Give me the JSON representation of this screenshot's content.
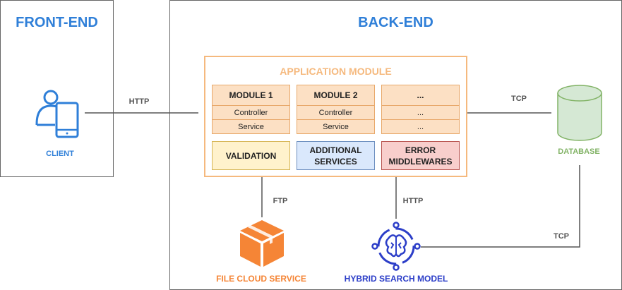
{
  "front_end": {
    "title": "FRONT-END",
    "client_label": "CLIENT"
  },
  "back_end": {
    "title": "BACK-END"
  },
  "application_module": {
    "title": "APPLICATION MODULE",
    "modules": [
      {
        "name": "MODULE 1",
        "row1": "Controller",
        "row2": "Service"
      },
      {
        "name": "MODULE 2",
        "row1": "Controller",
        "row2": "Service"
      },
      {
        "name": "...",
        "row1": "...",
        "row2": "..."
      }
    ],
    "validation": "VALIDATION",
    "additional_services": "ADDITIONAL SERVICES",
    "error_middlewares": "ERROR MIDDLEWARES"
  },
  "connections": {
    "client_to_app": "HTTP",
    "app_to_db": "TCP",
    "app_to_file": "FTP",
    "app_to_search": "HTTP",
    "search_to_db": "TCP"
  },
  "database": {
    "label": "DATABASE"
  },
  "file_cloud": {
    "label": "FILE CLOUD SERVICE"
  },
  "hybrid_search": {
    "label": "HYBRID SEARCH MODEL"
  },
  "colors": {
    "blue": "#2F7FD8",
    "orange": "#F5B97E",
    "orange_dark": "#F58536",
    "green": "#82B366",
    "navy": "#2C3EC8",
    "yellow_fill": "#FFF2CC",
    "blue_fill": "#DAE8FC",
    "red_fill": "#F8CECC"
  }
}
